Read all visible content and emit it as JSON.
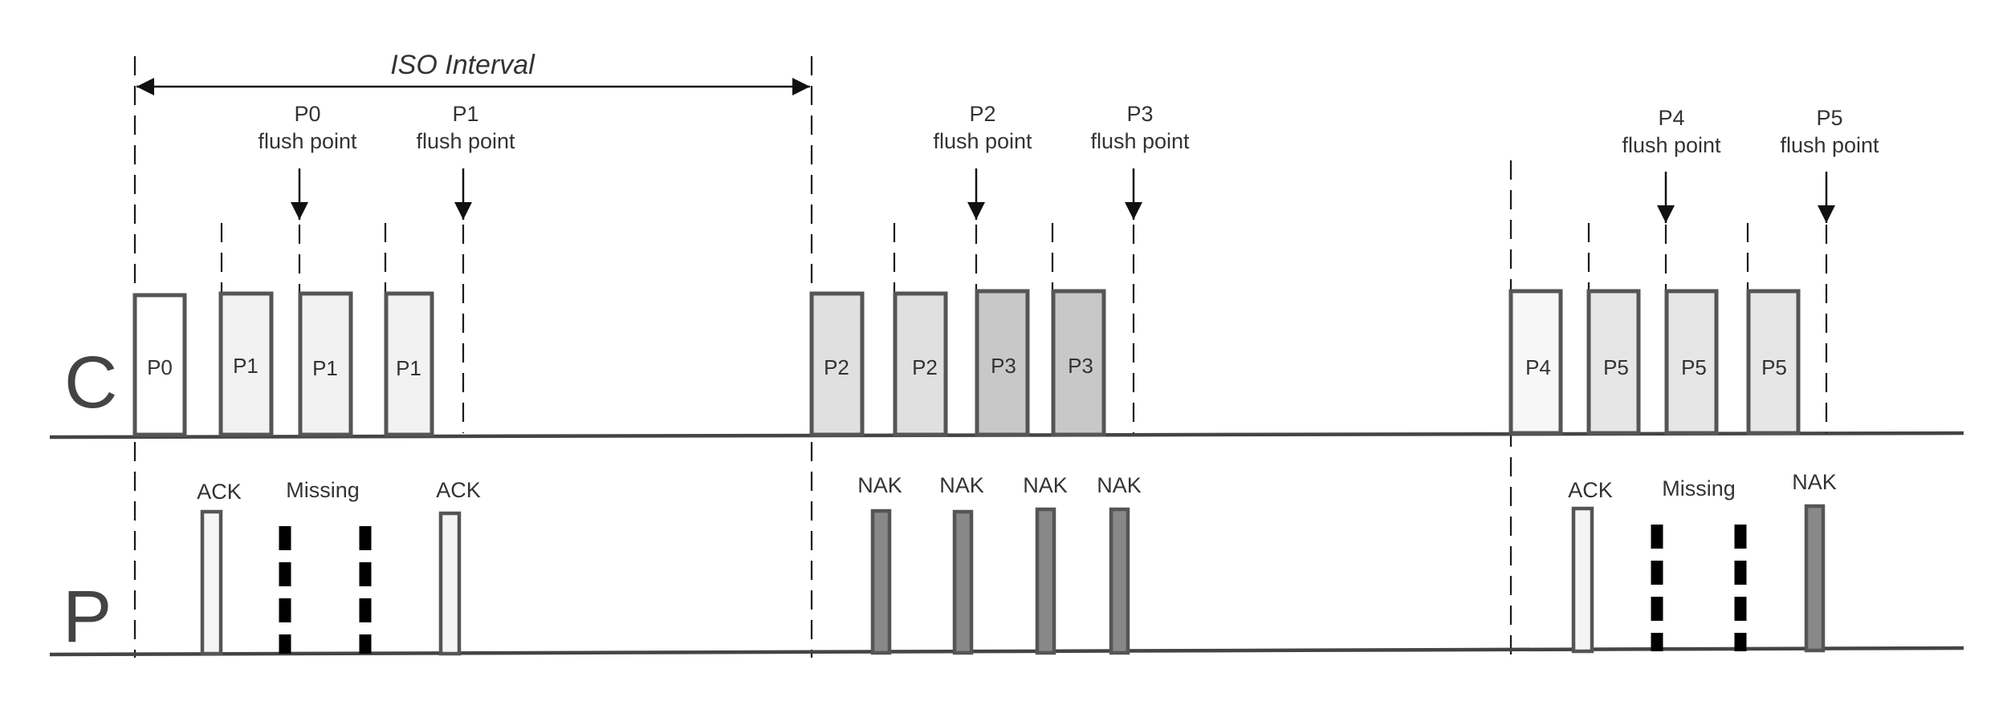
{
  "title": "ISO Interval",
  "rows": {
    "central": "C",
    "peripheral": "P"
  },
  "flush_points": [
    {
      "packet": "P0",
      "text": "flush point"
    },
    {
      "packet": "P1",
      "text": "flush point"
    },
    {
      "packet": "P2",
      "text": "flush point"
    },
    {
      "packet": "P3",
      "text": "flush point"
    },
    {
      "packet": "P4",
      "text": "flush point"
    },
    {
      "packet": "P5",
      "text": "flush point"
    }
  ],
  "central_packets": [
    {
      "label": "P0",
      "fill": "#ffffff"
    },
    {
      "label": "P1",
      "fill": "#f2f2f2"
    },
    {
      "label": "P1",
      "fill": "#f2f2f2"
    },
    {
      "label": "P1",
      "fill": "#f2f2f2"
    },
    {
      "label": "P2",
      "fill": "#e0e0e0"
    },
    {
      "label": "P2",
      "fill": "#e0e0e0"
    },
    {
      "label": "P3",
      "fill": "#c8c8c8"
    },
    {
      "label": "P3",
      "fill": "#c8c8c8"
    },
    {
      "label": "P4",
      "fill": "#f7f7f7"
    },
    {
      "label": "P5",
      "fill": "#e6e6e6"
    },
    {
      "label": "P5",
      "fill": "#e6e6e6"
    },
    {
      "label": "P5",
      "fill": "#e6e6e6"
    }
  ],
  "peripheral_annotations": [
    "ACK",
    "Missing",
    "ACK",
    "NAK",
    "NAK",
    "NAK",
    "NAK",
    "ACK",
    "Missing",
    "NAK"
  ],
  "colors": {
    "ack_fill": "#f5f5f5",
    "nak_fill": "#888888",
    "missing": "#000000",
    "line": "#444444"
  }
}
